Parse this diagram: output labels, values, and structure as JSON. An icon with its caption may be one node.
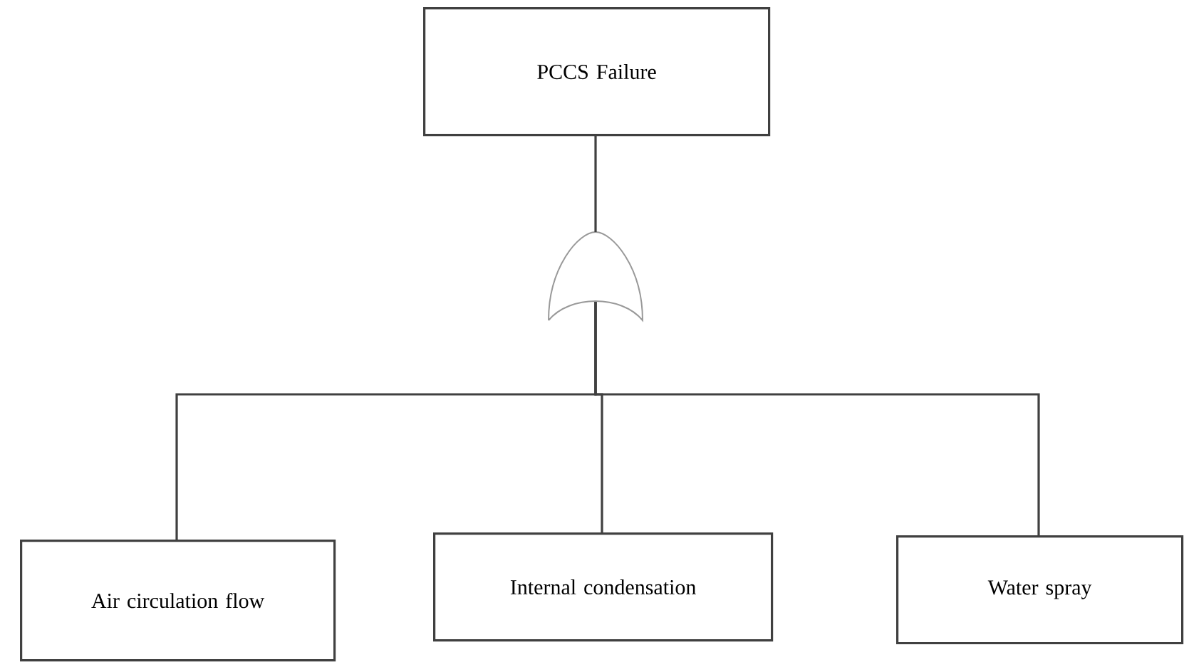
{
  "diagram": {
    "nodes": [
      {
        "text": [
          "PCCS Failure"
        ]
      },
      {
        "text": [],
        "shape": "gate"
      },
      {
        "text": [
          "Air circulation flow"
        ]
      },
      {
        "text": [
          "Internal condensation"
        ]
      },
      {
        "text": [
          "Water spray"
        ]
      }
    ],
    "edges": [
      {
        "from": 0,
        "to": 1,
        "arrow": "none"
      },
      {
        "from": 1,
        "to": 2,
        "arrow": "none"
      },
      {
        "from": 1,
        "to": 3,
        "arrow": "none"
      },
      {
        "from": 1,
        "to": 4,
        "arrow": "none"
      }
    ]
  }
}
